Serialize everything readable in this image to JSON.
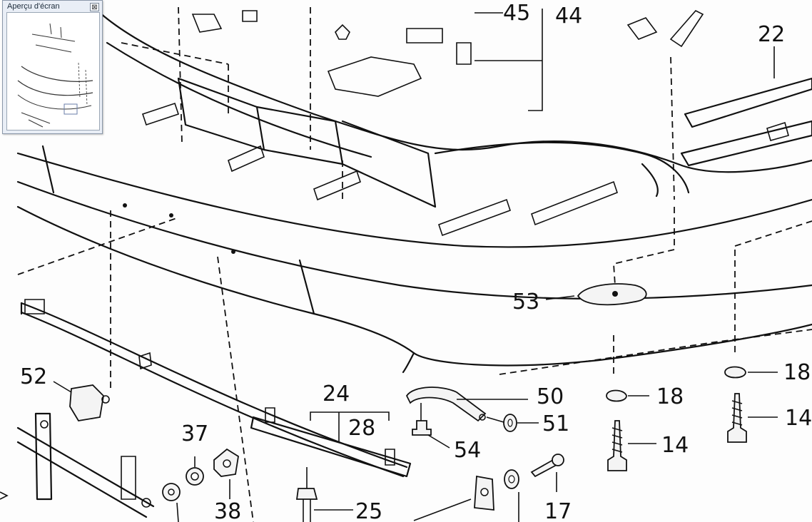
{
  "preview": {
    "title": "Aperçu d'écran",
    "close_glyph": "⊠"
  },
  "callouts": {
    "c45": "45",
    "c44": "44",
    "c22": "22",
    "c53": "53",
    "c52": "52",
    "c18a": "18",
    "c18b": "18",
    "c14a": "14",
    "c14b": "14",
    "c24": "24",
    "c28": "28",
    "c50": "50",
    "c51": "51",
    "c54": "54",
    "c37": "37",
    "c38": "38",
    "c25": "25",
    "c17": "17"
  }
}
